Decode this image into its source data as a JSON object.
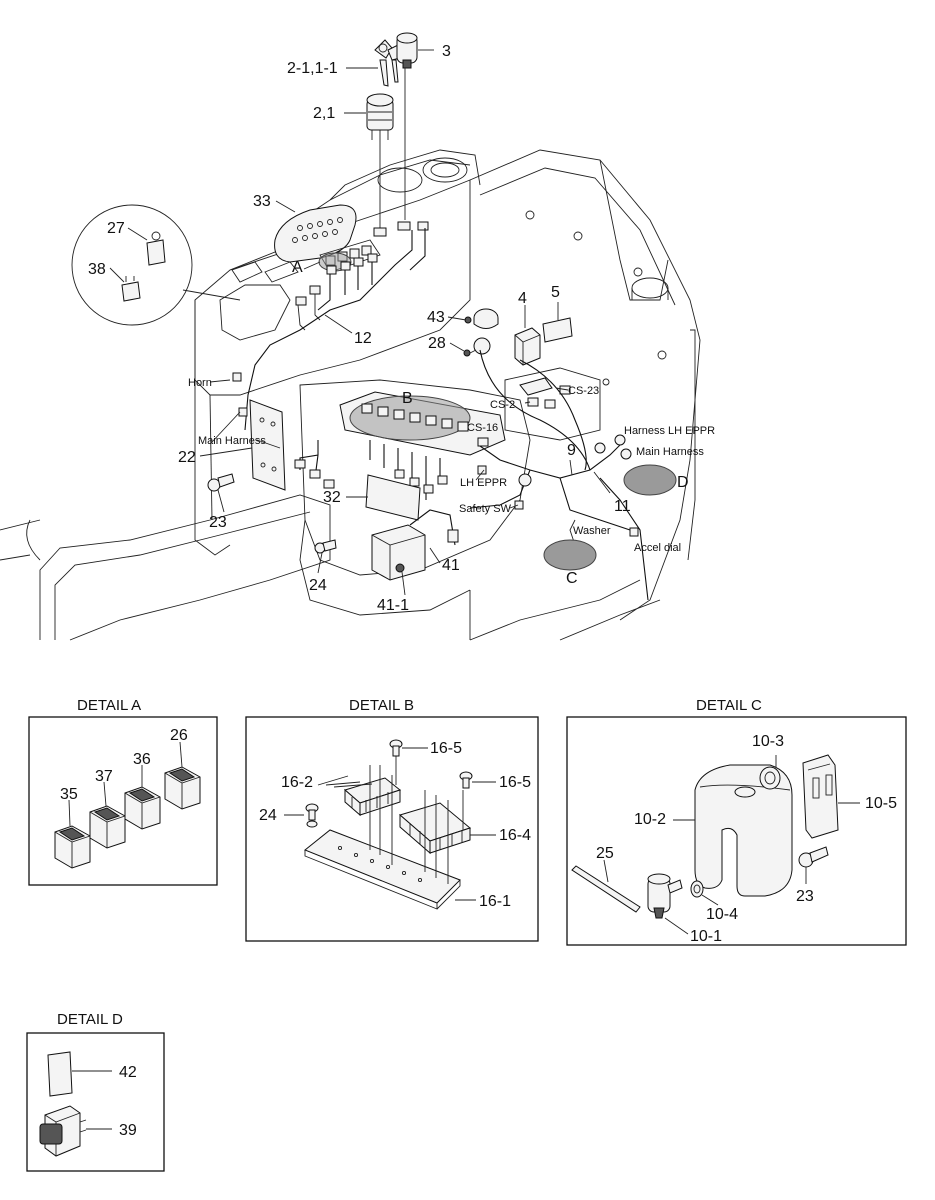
{
  "callouts": {
    "c_2_1_1_1": "2-1,1-1",
    "c_3": "3",
    "c_2_1": "2,1",
    "c_33": "33",
    "c_27": "27",
    "c_38": "38",
    "c_A": "A",
    "c_12": "12",
    "c_43": "43",
    "c_4": "4",
    "c_5": "5",
    "c_28": "28",
    "c_B": "B",
    "c_cs23": "CS-23",
    "c_cs2": "CS-2",
    "c_cs16": "CS-16",
    "c_horn": "Horn",
    "c_main_harness_left": "Main Harness",
    "c_harness_lh_eppr": "Harness  LH EPPR",
    "c_main_harness_right": "Main Harness",
    "c_9": "9",
    "c_22": "22",
    "c_lh_eppr": "LH EPPR",
    "c_11": "11",
    "c_D": "D",
    "c_32": "32",
    "c_safety_sw": "Safety SW",
    "c_23": "23",
    "c_washer": "Washer",
    "c_accel_dial": "Accel dial",
    "c_C": "C",
    "c_24": "24",
    "c_41": "41",
    "c_41_1": "41-1"
  },
  "detail_a": {
    "title": "DETAIL A",
    "c_26": "26",
    "c_37": "37",
    "c_36": "36",
    "c_35": "35"
  },
  "detail_b": {
    "title": "DETAIL B",
    "c_16_5_top": "16-5",
    "c_16_2": "16-2",
    "c_16_5_right": "16-5",
    "c_24": "24",
    "c_16_4": "16-4",
    "c_16_1": "16-1"
  },
  "detail_c": {
    "title": "DETAIL C",
    "c_10_3": "10-3",
    "c_10_2": "10-2",
    "c_10_5": "10-5",
    "c_25": "25",
    "c_23": "23",
    "c_10_4": "10-4",
    "c_10_1": "10-1"
  },
  "detail_d": {
    "title": "DETAIL D",
    "c_42": "42",
    "c_39": "39"
  }
}
